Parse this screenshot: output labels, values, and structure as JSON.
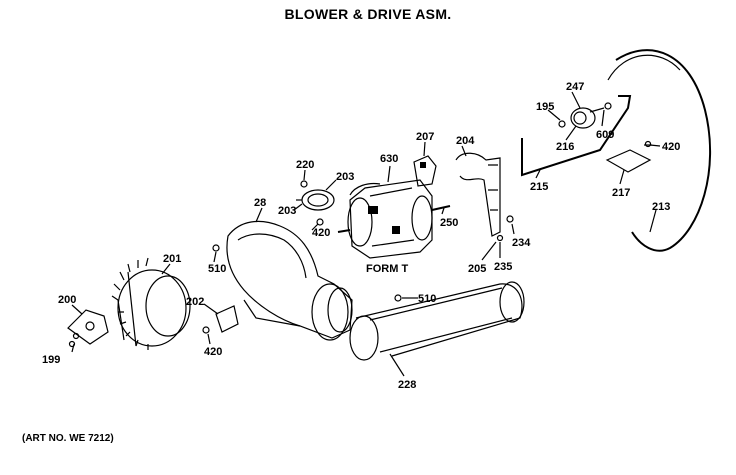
{
  "diagram": {
    "title": "BLOWER & DRIVE ASM.",
    "art_number": "(ART NO. WE 7212)",
    "motor_label": "FORM T",
    "callouts": {
      "c200": "200",
      "c199": "199",
      "c201": "201",
      "c202": "202",
      "c420a": "420",
      "c510a": "510",
      "c28": "28",
      "c203a": "203",
      "c220": "220",
      "c203b": "203",
      "c420b": "420",
      "c630": "630",
      "c207": "207",
      "c250": "250",
      "c204": "204",
      "c205": "205",
      "c235": "235",
      "c234": "234",
      "c510b": "510",
      "c228": "228",
      "c195": "195",
      "c247": "247",
      "c609": "609",
      "c216": "216",
      "c215": "215",
      "c420c": "420",
      "c217": "217",
      "c213": "213"
    }
  }
}
